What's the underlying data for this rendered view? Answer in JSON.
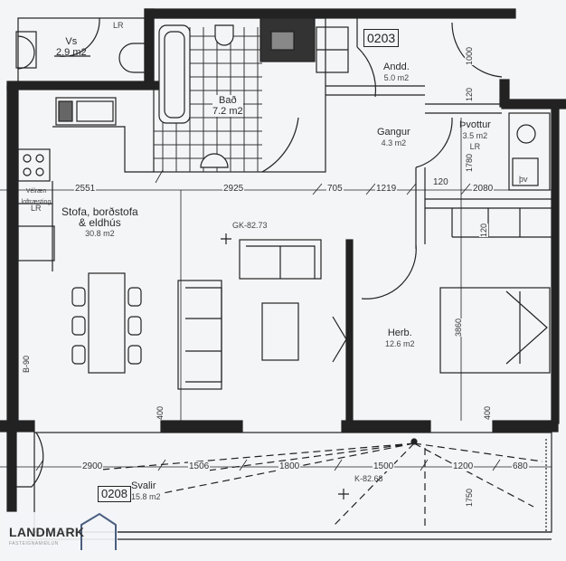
{
  "rooms": {
    "wc": {
      "name": "Vs",
      "area": "2.9 m2"
    },
    "bath": {
      "name": "Bað",
      "area": "7.2 m2"
    },
    "entrance": {
      "name": "Andd.",
      "area": "5.0 m2"
    },
    "hallway": {
      "name": "Gangur",
      "area": "4.3 m2"
    },
    "laundry": {
      "name": "Þvottur",
      "area": "3.5 m2",
      "note": "LR"
    },
    "living": {
      "name_line1": "Stofa, borðstofa",
      "name_line2": "& eldhús",
      "area": "30.8 m2"
    },
    "bedroom": {
      "name": "Herb.",
      "area": "12.6 m2"
    },
    "balcony": {
      "name": "Svalir",
      "area": "15.8 m2"
    }
  },
  "unit_numbers": {
    "apartment": "0203",
    "balcony": "0208"
  },
  "elevations": {
    "floor": "GK-82.73",
    "balcony": "K-82.68"
  },
  "notes": {
    "ventilation": "Vélræn loftræsting",
    "lr_wc": "LR",
    "lr_living": "LR",
    "dw": "þv"
  },
  "dimensions": {
    "top": [
      "2551",
      "2925",
      "705",
      "1219",
      "120",
      "2080"
    ],
    "bottom": [
      "2900",
      "1506",
      "1800",
      "1500",
      "1200",
      "680"
    ],
    "vertical": {
      "bedroom": "3860",
      "balcony": "1750",
      "window_left": "400",
      "window_right": "400",
      "hall": "1780",
      "door_top": "120",
      "door_bottom": "120",
      "entry": "1000",
      "living_left": "B-90"
    }
  },
  "logo": {
    "name": "LANDMARK",
    "tagline": "FASTEIGNAMIÐLUN"
  }
}
